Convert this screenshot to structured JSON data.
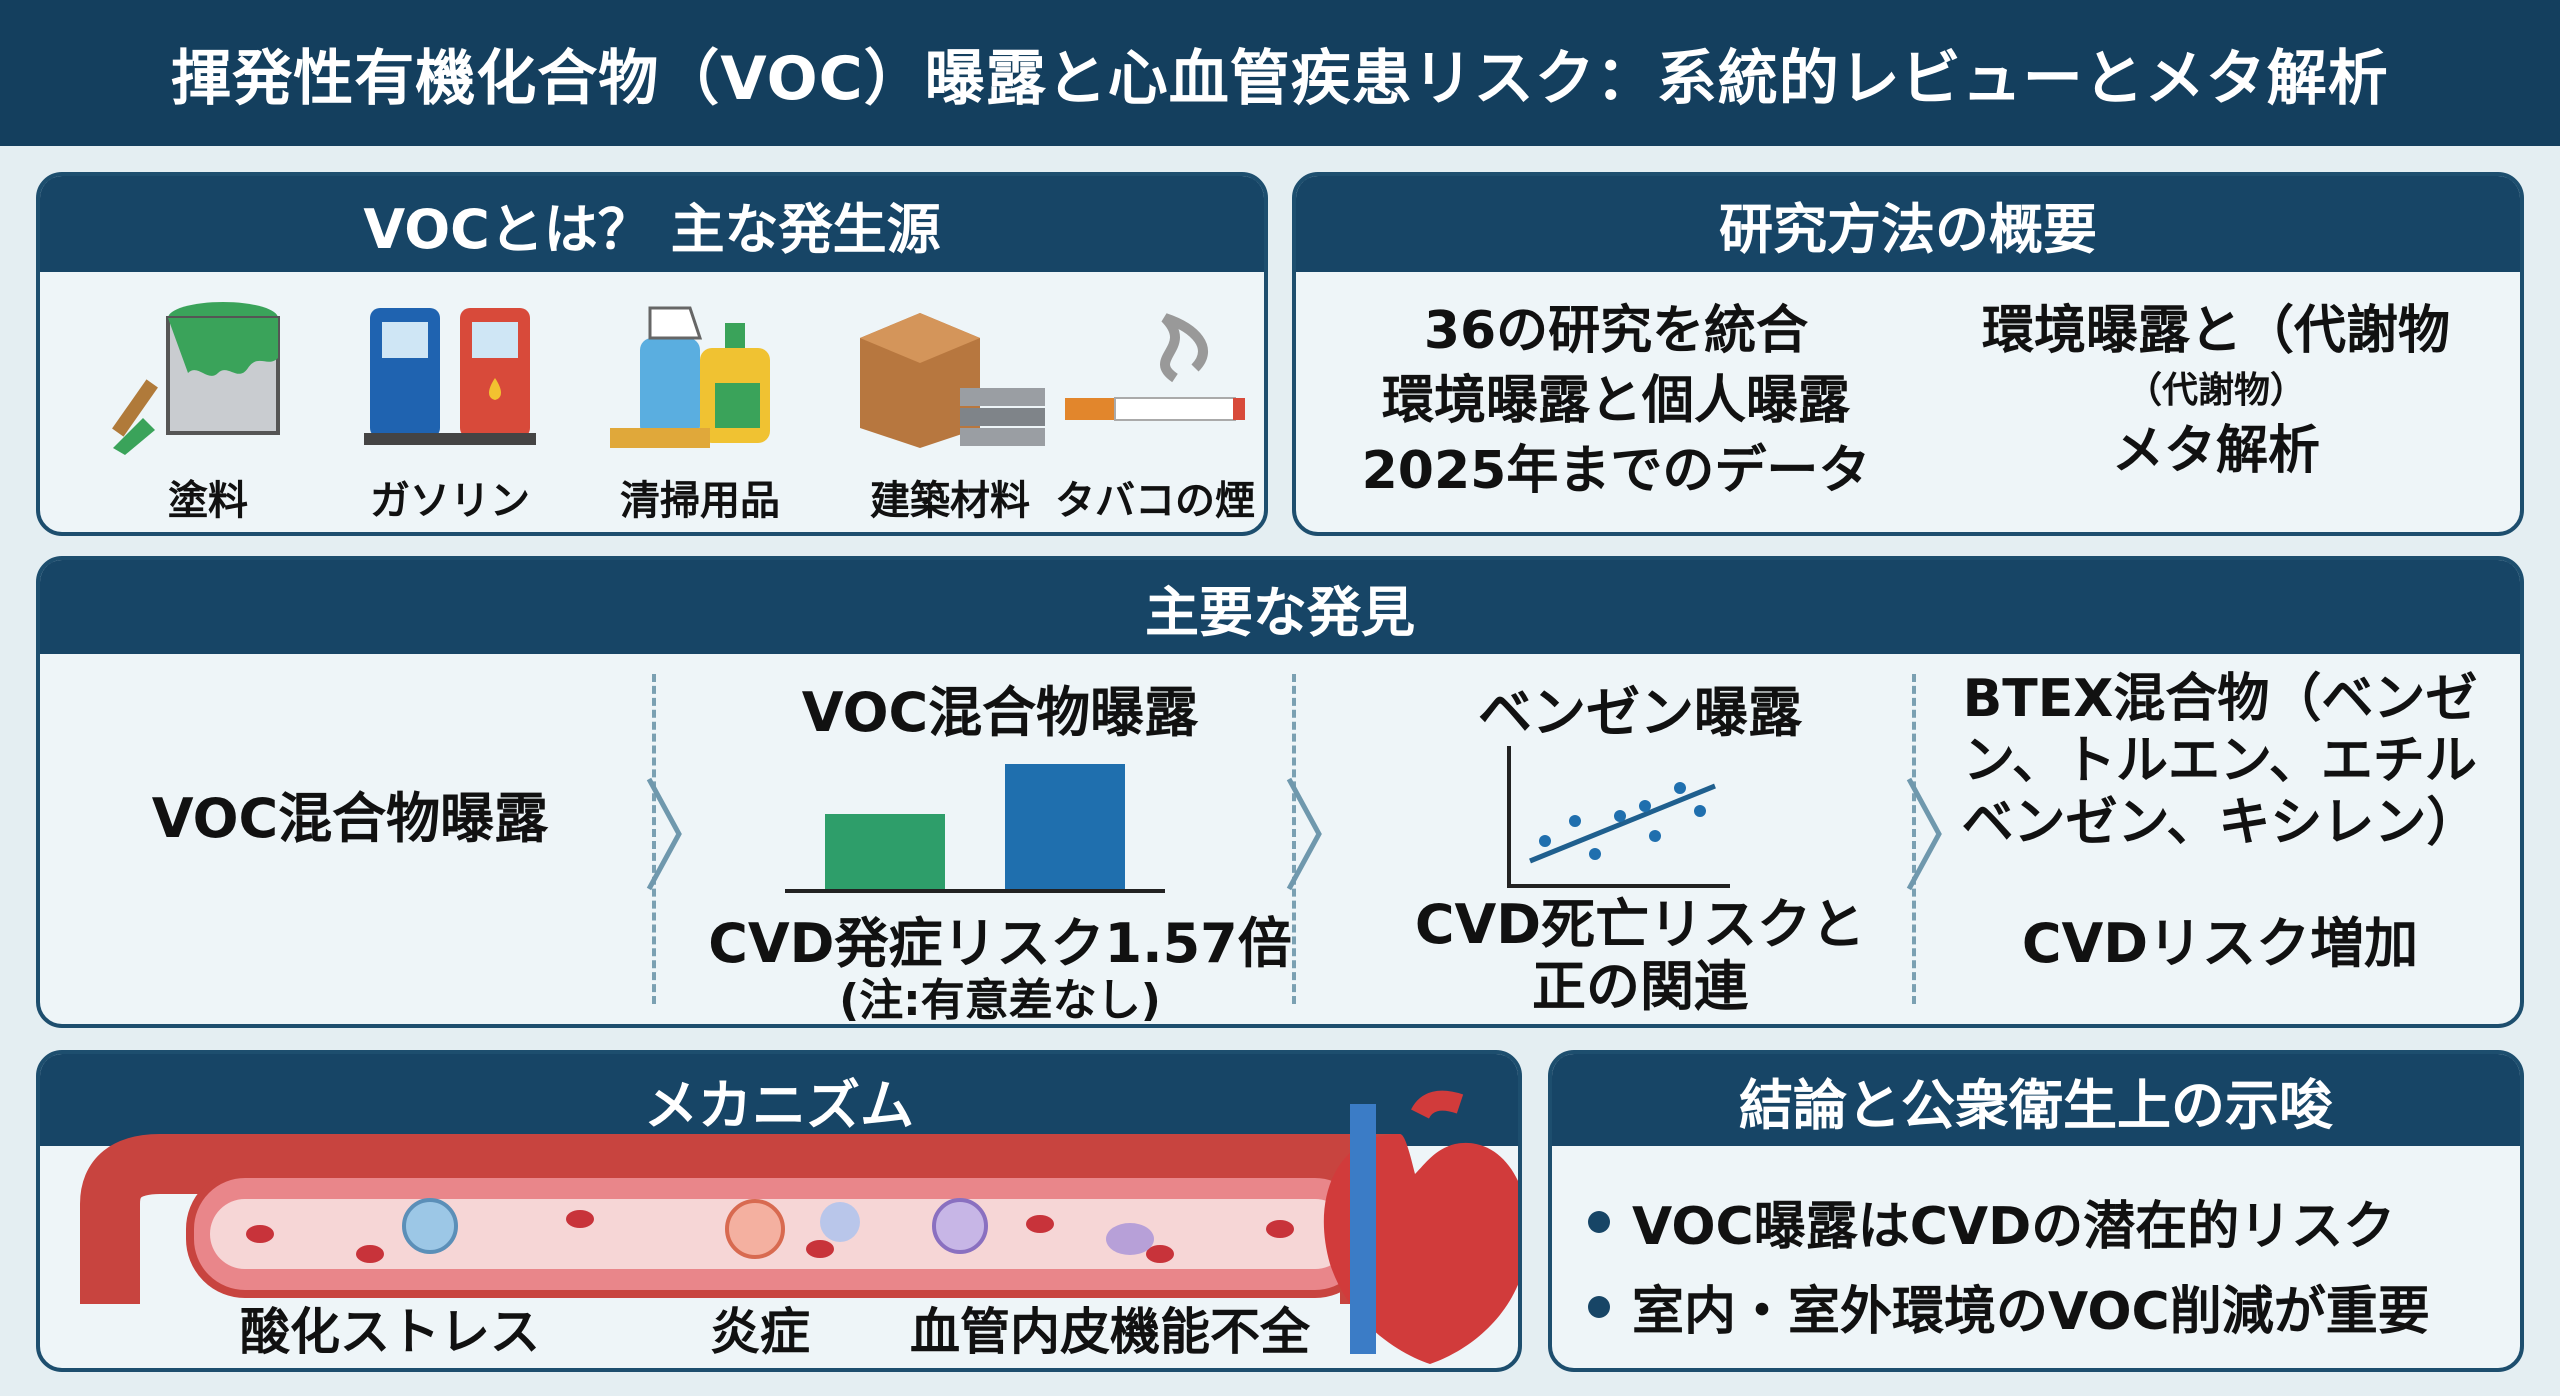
{
  "title": "揮発性有機化合物（VOC）曝露と心血管疾患リスク：系統的レビューとメタ解析",
  "sources": {
    "header": "VOCとは？ 主な発生源",
    "items": [
      {
        "label": "塗料",
        "icon": "paint-can-icon"
      },
      {
        "label": "ガソリン",
        "icon": "fuel-pump-icon"
      },
      {
        "label": "清掃用品",
        "icon": "cleaning-products-icon"
      },
      {
        "label": "建築材料",
        "icon": "building-materials-icon"
      },
      {
        "label": "タバコの煙",
        "icon": "cigarette-icon"
      }
    ]
  },
  "methods": {
    "header": "研究方法の概要",
    "left": [
      "36の研究を統合",
      "環境曝露と個人曝露",
      "2025年までのデータ"
    ],
    "right": [
      "環境曝露と（代謝物",
      "（代謝物）",
      "メタ解析"
    ]
  },
  "findings": {
    "header": "主要な発見",
    "col1": "VOC混合物曝露",
    "col2": {
      "title": "VOC混合物曝露",
      "result": "CVD発症リスク1.57倍",
      "note": "(注:有意差なし)",
      "bar_values": [
        0.6,
        1.0
      ],
      "bar_colors": [
        "#2e9e6a",
        "#1f6fae"
      ]
    },
    "col3": {
      "title": "ベンゼン曝露",
      "result": [
        "CVD死亡リスクと",
        "正の関連"
      ]
    },
    "col4": {
      "title": [
        "BTEX混合物（ベンゼ",
        "ン、トルエン、エチル",
        "ベンゼン、キシレン）"
      ],
      "result": "CVDリスク増加"
    }
  },
  "mechanism": {
    "header": "メカニズム",
    "labels": [
      "酸化ストレス",
      "炎症",
      "血管内皮機能不全"
    ]
  },
  "conclusion": {
    "header": "結論と公衆衛生上の示唆",
    "bullets": [
      "VOC曝露はCVDの潜在的リスク",
      "室内・室外環境のVOC削減が重要"
    ]
  }
}
